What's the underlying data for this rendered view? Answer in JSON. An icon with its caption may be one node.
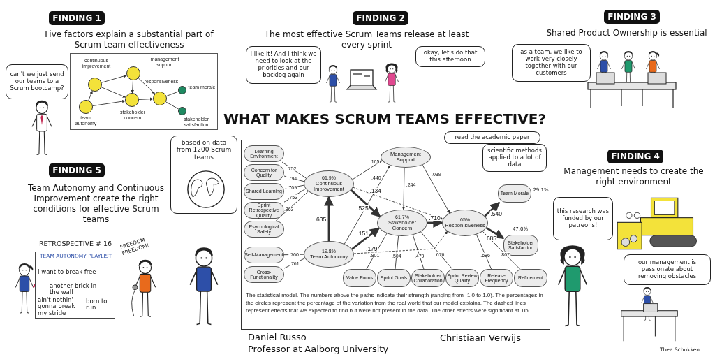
{
  "diagram": {
    "title": "WHAT MAKES SCRUM TEAMS EFFECTIVE?",
    "nodes": [
      {
        "text": [
          "FINDING 1"
        ],
        "beside": [
          "Five factors explain a substantial part of Scrum team effectiveness"
        ]
      },
      {
        "text": [],
        "shape": "box"
      },
      {
        "text": [
          "continuous improvement"
        ],
        "in": 1
      },
      {
        "text": [
          "management support"
        ],
        "in": 1
      },
      {
        "text": [
          "responsiveness"
        ],
        "in": 1
      },
      {
        "text": [
          "team morale"
        ],
        "in": 1
      },
      {
        "text": [
          "stakeholder concern"
        ],
        "in": 1
      },
      {
        "text": [
          "team autonomy"
        ],
        "in": 1
      },
      {
        "text": [
          "stakeholder satisfaction"
        ],
        "in": 1
      },
      {
        "text": [
          "can't we just send our teams to a Scrum bootcamp?"
        ]
      },
      {
        "text": [
          "FINDING 2"
        ],
        "beside": [
          "The most effective Scrum Teams release at least every sprint"
        ]
      },
      {
        "text": [
          "I like it! And I think we need to look at the priorities and our backlog again"
        ]
      },
      {
        "text": [
          "okay, let's do that this afternoon"
        ]
      },
      {
        "text": [
          "FINDING 3"
        ],
        "beside": [
          "Shared Product Ownership is essential"
        ]
      },
      {
        "text": [
          "as a team, we like to work very closely together with our customers"
        ]
      },
      {
        "text": [
          "based on data from 1200 Scrum teams"
        ]
      },
      {
        "text": [
          "The statistical model. The numbers above the paths indicate their strength (ranging from -1.0 to 1.0). The percentages in the circles represent the percentage of the variation from the real world that our model explains. The dashed lines represent effects that we expected to find but were not present in the data. The other effects were significant at .05."
        ]
      },
      {
        "text": [
          "read the academic paper"
        ]
      },
      {
        "text": [
          "scientific methods applied to a lot of data"
        ],
        "in": 16
      },
      {
        "text": [
          "this research was funded by our patreons!"
        ]
      },
      {
        "text": [
          "FINDING 4"
        ],
        "beside": [
          "Management needs to create the right environment"
        ]
      },
      {
        "text": [
          "our management is passionate about removing obstacles"
        ]
      },
      {
        "text": [
          "FINDING 5"
        ],
        "beside": [
          "Team Autonomy and Continuous Improvement create the right conditions for effective Scrum teams"
        ]
      },
      {
        "text": [
          "TEAM AUTONOMY PLAYLIST",
          "I want to break free",
          "another brick in the wall",
          "ain't nothin' gonna break my stride",
          "born to run"
        ],
        "beside": [
          "RETROSPECTIVE # 16"
        ]
      },
      {
        "text": [
          "Learning Environment"
        ],
        "in": 16
      },
      {
        "text": [
          "Concern for Quality"
        ],
        "in": 16
      },
      {
        "text": [
          "Shared Learning"
        ],
        "in": 16
      },
      {
        "text": [
          "Sprint Retrospective Quality"
        ],
        "in": 16
      },
      {
        "text": [
          "Psychological Safety"
        ],
        "in": 16
      },
      {
        "text": [
          "61.9%",
          "Continuous Improvement"
        ],
        "in": 16
      },
      {
        "text": [
          "Management Support"
        ],
        "in": 16
      },
      {
        "text": [
          "Self-Management"
        ],
        "in": 16
      },
      {
        "text": [
          "Cross-Functionality"
        ],
        "in": 16
      },
      {
        "text": [
          "19.8%",
          "Team Autonomy"
        ],
        "in": 16
      },
      {
        "text": [
          "61.7%",
          "Stakeholder Concern"
        ],
        "in": 16
      },
      {
        "text": [
          "65%",
          "Respon-siveness"
        ],
        "in": 16
      },
      {
        "text": [
          "Team Morale"
        ],
        "beside": [
          "29.1%"
        ],
        "in": 16
      },
      {
        "text": [
          "Stakeholder Satisfaction"
        ],
        "beside": [
          "47.0%"
        ],
        "in": 16
      },
      {
        "text": [
          "Value Focus"
        ],
        "in": 16
      },
      {
        "text": [
          "Sprint Goals"
        ],
        "in": 16
      },
      {
        "text": [
          "Stakeholder Collaboration"
        ],
        "in": 16
      },
      {
        "text": [
          "Sprint Review Quality"
        ],
        "in": 16
      },
      {
        "text": [
          "Release Frequency"
        ],
        "in": 16
      },
      {
        "text": [
          "Refinement"
        ],
        "in": 16
      }
    ],
    "edges": [
      {
        "from": 7,
        "to": 2,
        "arrow": "to"
      },
      {
        "from": 7,
        "to": 6,
        "arrow": "to"
      },
      {
        "from": 2,
        "to": 3,
        "arrow": "to"
      },
      {
        "from": 2,
        "to": 6,
        "arrow": "to"
      },
      {
        "from": 3,
        "to": 6,
        "arrow": "to"
      },
      {
        "from": 3,
        "to": 4,
        "arrow": "to"
      },
      {
        "from": 6,
        "to": 4,
        "arrow": "to"
      },
      {
        "from": 4,
        "to": 5,
        "arrow": "none"
      },
      {
        "from": 4,
        "to": 8,
        "arrow": "none"
      },
      {
        "from": 29,
        "to": 24,
        "arrow": "none",
        "label": ".752"
      },
      {
        "from": 29,
        "to": 25,
        "arrow": "none",
        "label": ".794"
      },
      {
        "from": 29,
        "to": 26,
        "arrow": "none",
        "label": ".709"
      },
      {
        "from": 29,
        "to": 27,
        "arrow": "none",
        "label": ".753"
      },
      {
        "from": 29,
        "to": 28,
        "arrow": "none",
        "label": ".863"
      },
      {
        "from": 33,
        "to": 31,
        "arrow": "none",
        "label": ".760"
      },
      {
        "from": 33,
        "to": 32,
        "arrow": "none",
        "label": ".761"
      },
      {
        "from": 33,
        "to": 29,
        "arrow": "to",
        "label": ".635",
        "style": "thick"
      },
      {
        "from": 29,
        "to": 34,
        "arrow": "to",
        "label": ".525",
        "style": "thick"
      },
      {
        "from": 33,
        "to": 34,
        "arrow": "to",
        "label": ".151",
        "style": "thick"
      },
      {
        "from": 29,
        "to": 35,
        "arrow": "to",
        "label": ".134",
        "style": "dashed"
      },
      {
        "from": 33,
        "to": 35,
        "arrow": "to",
        "label": ".179",
        "style": "dashed"
      },
      {
        "from": 34,
        "to": 35,
        "arrow": "to",
        "label": ".710",
        "style": "thick"
      },
      {
        "from": 35,
        "to": 36,
        "arrow": "to",
        "label": ".540",
        "style": "thick"
      },
      {
        "from": 35,
        "to": 37,
        "arrow": "to",
        "label": ".685",
        "style": "thick"
      },
      {
        "from": 29,
        "to": 30,
        "arrow": "to",
        "label": ".165"
      },
      {
        "from": 33,
        "to": 30,
        "arrow": "to",
        "label": ".440"
      },
      {
        "from": 30,
        "to": 34,
        "arrow": "to",
        "label": ".244"
      },
      {
        "from": 30,
        "to": 35,
        "arrow": "to",
        "label": ".039"
      },
      {
        "from": 34,
        "to": 38,
        "arrow": "none",
        "label": ".801"
      },
      {
        "from": 34,
        "to": 39,
        "arrow": "none",
        "label": ".504"
      },
      {
        "from": 34,
        "to": 40,
        "arrow": "none",
        "label": ".479"
      },
      {
        "from": 34,
        "to": 41,
        "arrow": "none",
        "label": ".676"
      },
      {
        "from": 35,
        "to": 42,
        "arrow": "none",
        "label": ".686"
      },
      {
        "from": 35,
        "to": 43,
        "arrow": "none",
        "label": ".807"
      }
    ],
    "labels": [
      "FREEDOM FREEDOM!",
      "Daniel Russo",
      "Professor at Aalborg University",
      "Christiaan Verwijs",
      "Thea Schukken"
    ]
  }
}
